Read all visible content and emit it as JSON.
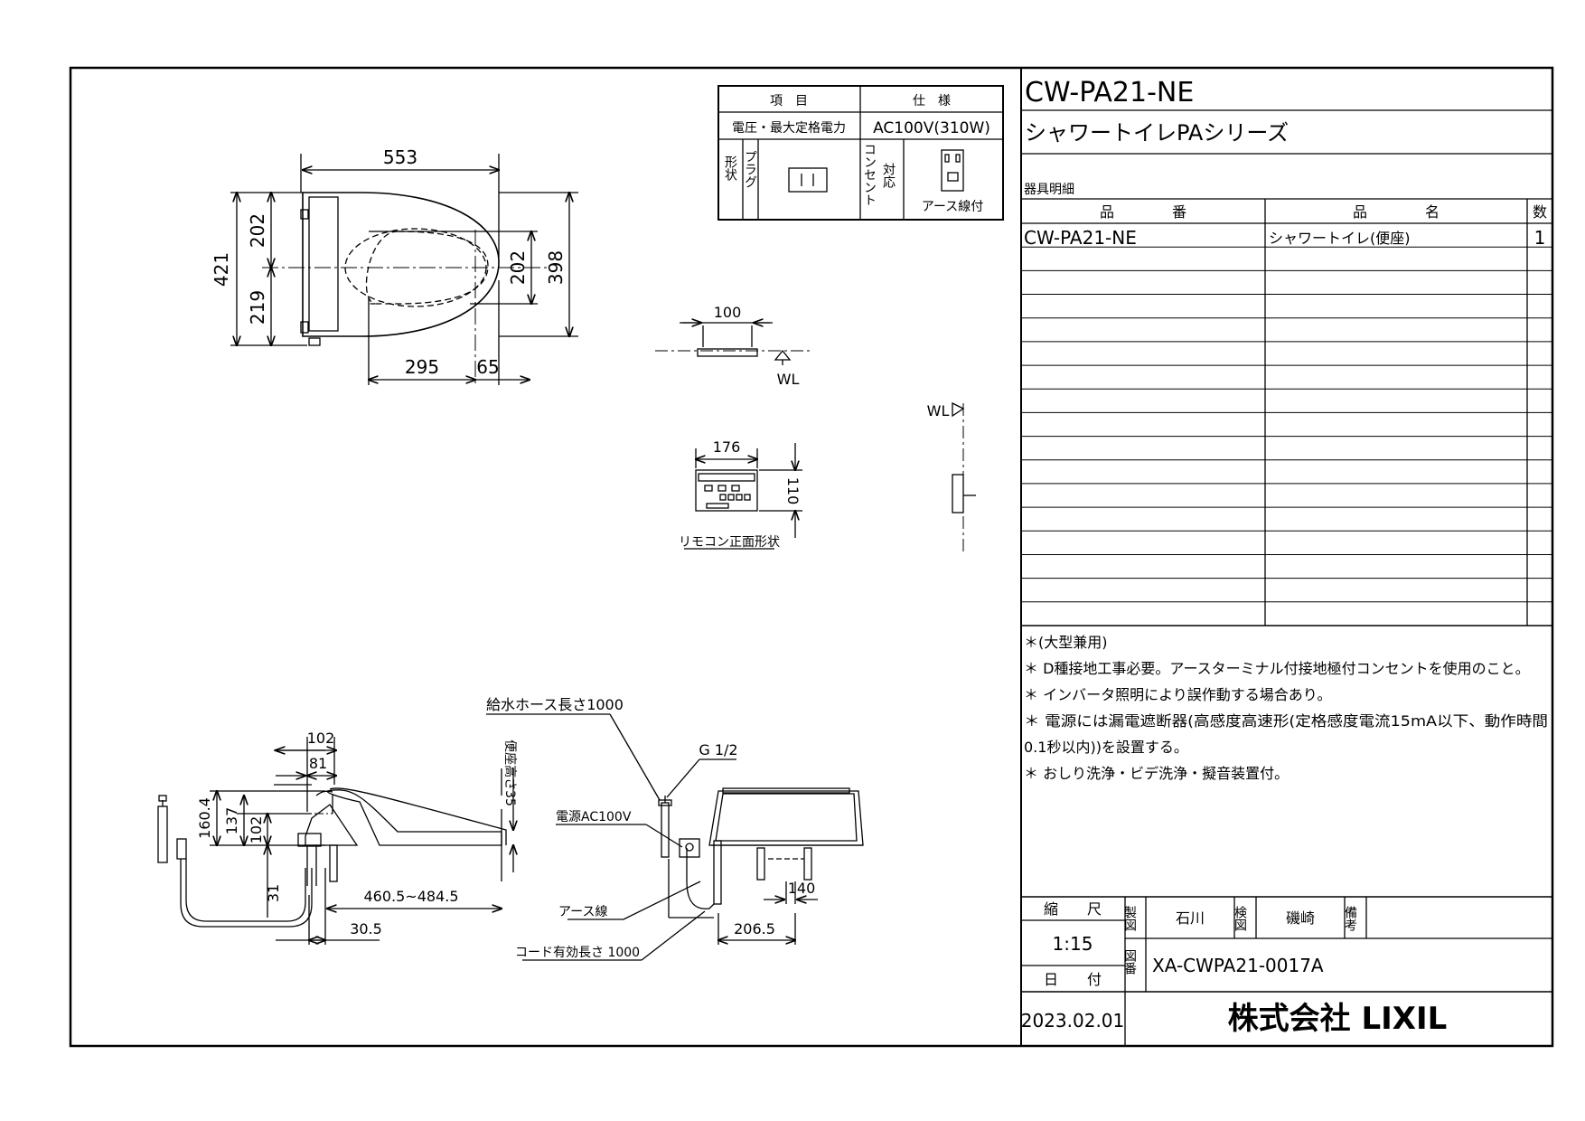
{
  "spec_table": {
    "header_item": "項　目",
    "header_spec": "仕　様",
    "power_label": "電圧・最大定格電力",
    "power_value": "AC100V(310W)",
    "shape_label": "形状",
    "plug_label": "プラグ",
    "outlet_label": "コンセント",
    "support_label": "対応",
    "earth_label": "アース線付"
  },
  "top_view": {
    "width": "553",
    "height_total": "421",
    "height_upper": "202",
    "height_lower": "219",
    "inner_height": "202",
    "right_height": "398",
    "bottom_a": "295",
    "bottom_b": "65"
  },
  "remote": {
    "holder_width": "100",
    "wl": "WL",
    "width": "176",
    "height": "110",
    "caption": "リモコン正面形状",
    "wl_side": "WL"
  },
  "side_view": {
    "hose": "給水ホース長さ1000",
    "dim_102": "102",
    "dim_81": "81",
    "seat_height": "便座高さ35",
    "dim_160": "160.4",
    "dim_137": "137",
    "dim_102b": "102",
    "dim_31": "31",
    "range": "460.5~484.5",
    "dim_30": "30.5"
  },
  "front_view": {
    "g": "G 1/2",
    "power": "電源AC100V",
    "earth": "アース線",
    "cord": "コード有効長さ 1000",
    "dim_140": "140",
    "dim_206": "206.5"
  },
  "title_block": {
    "model": "CW-PA21-NE",
    "series": "シャワートイレPAシリーズ",
    "details_label": "器具明細",
    "col_part_no": "品　　　　番",
    "col_name": "品　　　　名",
    "col_qty": "数",
    "row1_no": "CW-PA21-NE",
    "row1_name": "シャワートイレ(便座)",
    "row1_qty": "1"
  },
  "notes": [
    "＊(大型兼用)",
    "＊ D種接地工事必要。アースターミナル付接地極付コンセントを使用のこと。",
    "＊ インバータ照明により誤作動する場合あり。",
    "＊ 電源には漏電遮断器(高感度高速形(定格感度電流15mA以下、動作時間",
    "0.1秒以内))を設置する。",
    "＊ おしり洗浄・ビデ洗浄・擬音装置付。"
  ],
  "footer": {
    "scale_label": "縮　　尺",
    "scale": "1:15",
    "date_label": "日　　付",
    "date": "2023.02.01",
    "made_label": "製図",
    "maker": "石川",
    "check_label": "検図",
    "checker": "磯崎",
    "remark_label": "備考",
    "drawing_label": "図番",
    "drawing_no": "XA-CWPA21-0017A",
    "company": "株式会社 LIXIL"
  }
}
